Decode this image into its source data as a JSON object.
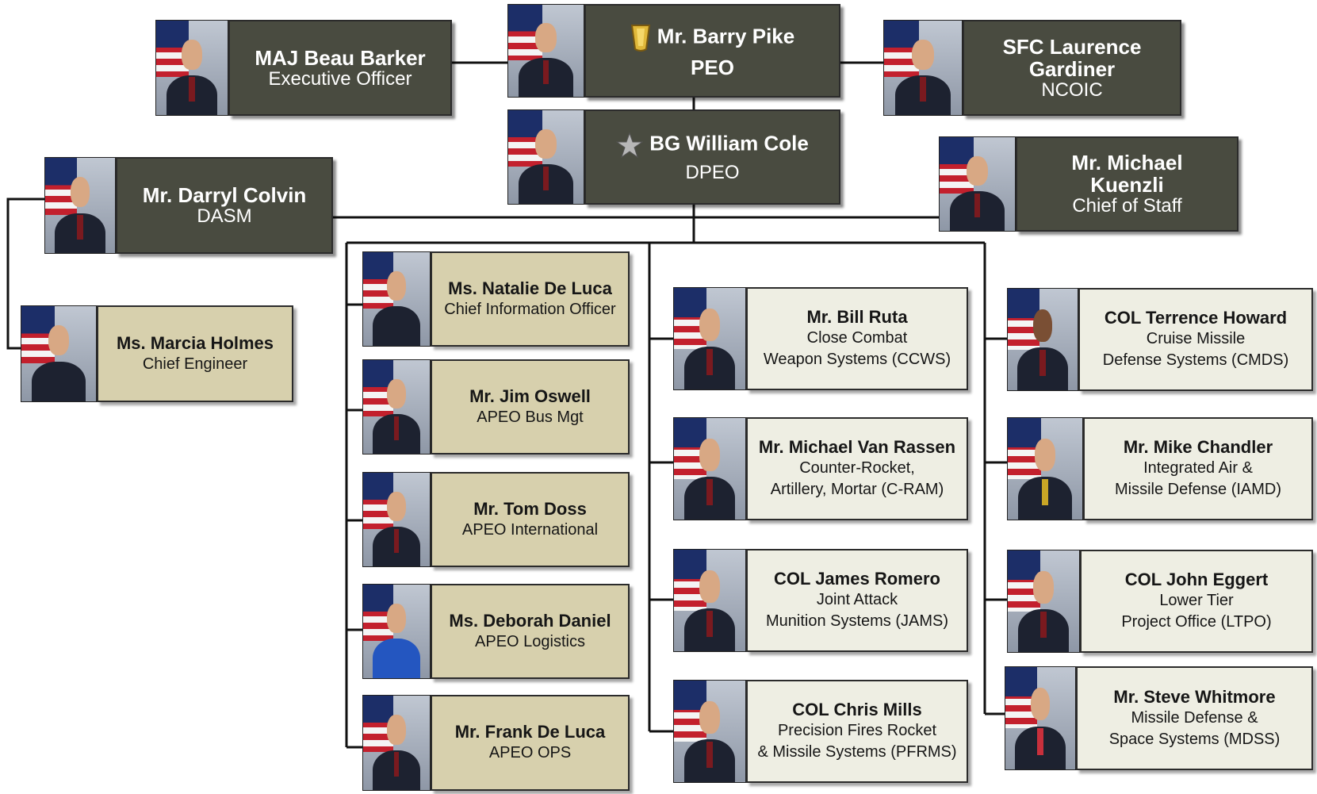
{
  "people": {
    "peo": {
      "name": "Mr. Barry Pike",
      "title": "PEO"
    },
    "xo": {
      "name": "MAJ Beau Barker",
      "title": "Executive Officer"
    },
    "ncoic": {
      "name1": "SFC Laurence",
      "name2": "Gardiner",
      "title": "NCOIC"
    },
    "dpeo": {
      "name": "BG William Cole",
      "title": "DPEO"
    },
    "cos": {
      "name1": "Mr. Michael",
      "name2": "Kuenzli",
      "title": "Chief of Staff"
    },
    "dasm": {
      "name": "Mr. Darryl Colvin",
      "title": "DASM"
    },
    "chiefeng": {
      "name": "Ms. Marcia Holmes",
      "title": "Chief Engineer"
    },
    "cio": {
      "name": "Ms. Natalie De Luca",
      "title": "Chief Information Officer"
    },
    "busmgt": {
      "name": "Mr. Jim Oswell",
      "title": "APEO Bus Mgt"
    },
    "intl": {
      "name": "Mr. Tom Doss",
      "title": "APEO International"
    },
    "log": {
      "name": "Ms. Deborah Daniel",
      "title": "APEO Logistics"
    },
    "ops": {
      "name": "Mr. Frank De Luca",
      "title": "APEO OPS"
    },
    "ccws": {
      "name": "Mr. Bill Ruta",
      "line1": "Close Combat",
      "line2": "Weapon Systems (CCWS)"
    },
    "cram": {
      "name": "Mr. Michael Van Rassen",
      "line1": "Counter-Rocket,",
      "line2": "Artillery, Mortar (C-RAM)"
    },
    "jams": {
      "name": "COL James Romero",
      "line1": "Joint Attack",
      "line2": "Munition Systems (JAMS)"
    },
    "pfrms": {
      "name": "COL Chris Mills",
      "line1": "Precision Fires Rocket",
      "line2": "& Missile Systems (PFRMS)"
    },
    "cmds": {
      "name": "COL Terrence Howard",
      "line1": "Cruise Missile",
      "line2": "Defense Systems (CMDS)"
    },
    "iamd": {
      "name": "Mr. Mike Chandler",
      "line1": "Integrated Air &",
      "line2": "Missile Defense (IAMD)"
    },
    "ltpo": {
      "name": "COL John Eggert",
      "line1": "Lower Tier",
      "line2": "Project Office (LTPO)"
    },
    "mdss": {
      "name": "Mr. Steve Whitmore",
      "line1": "Missile Defense  &",
      "line2": "Space Systems (MDSS)"
    }
  },
  "colors": {
    "dark_box": "#494b40",
    "tan_box": "#d7d0ad",
    "cream_box": "#eeeee3",
    "line": "#111111"
  },
  "icons": {
    "peo_badge": "gold-insignia-icon",
    "dpeo_badge": "silver-star-icon"
  }
}
